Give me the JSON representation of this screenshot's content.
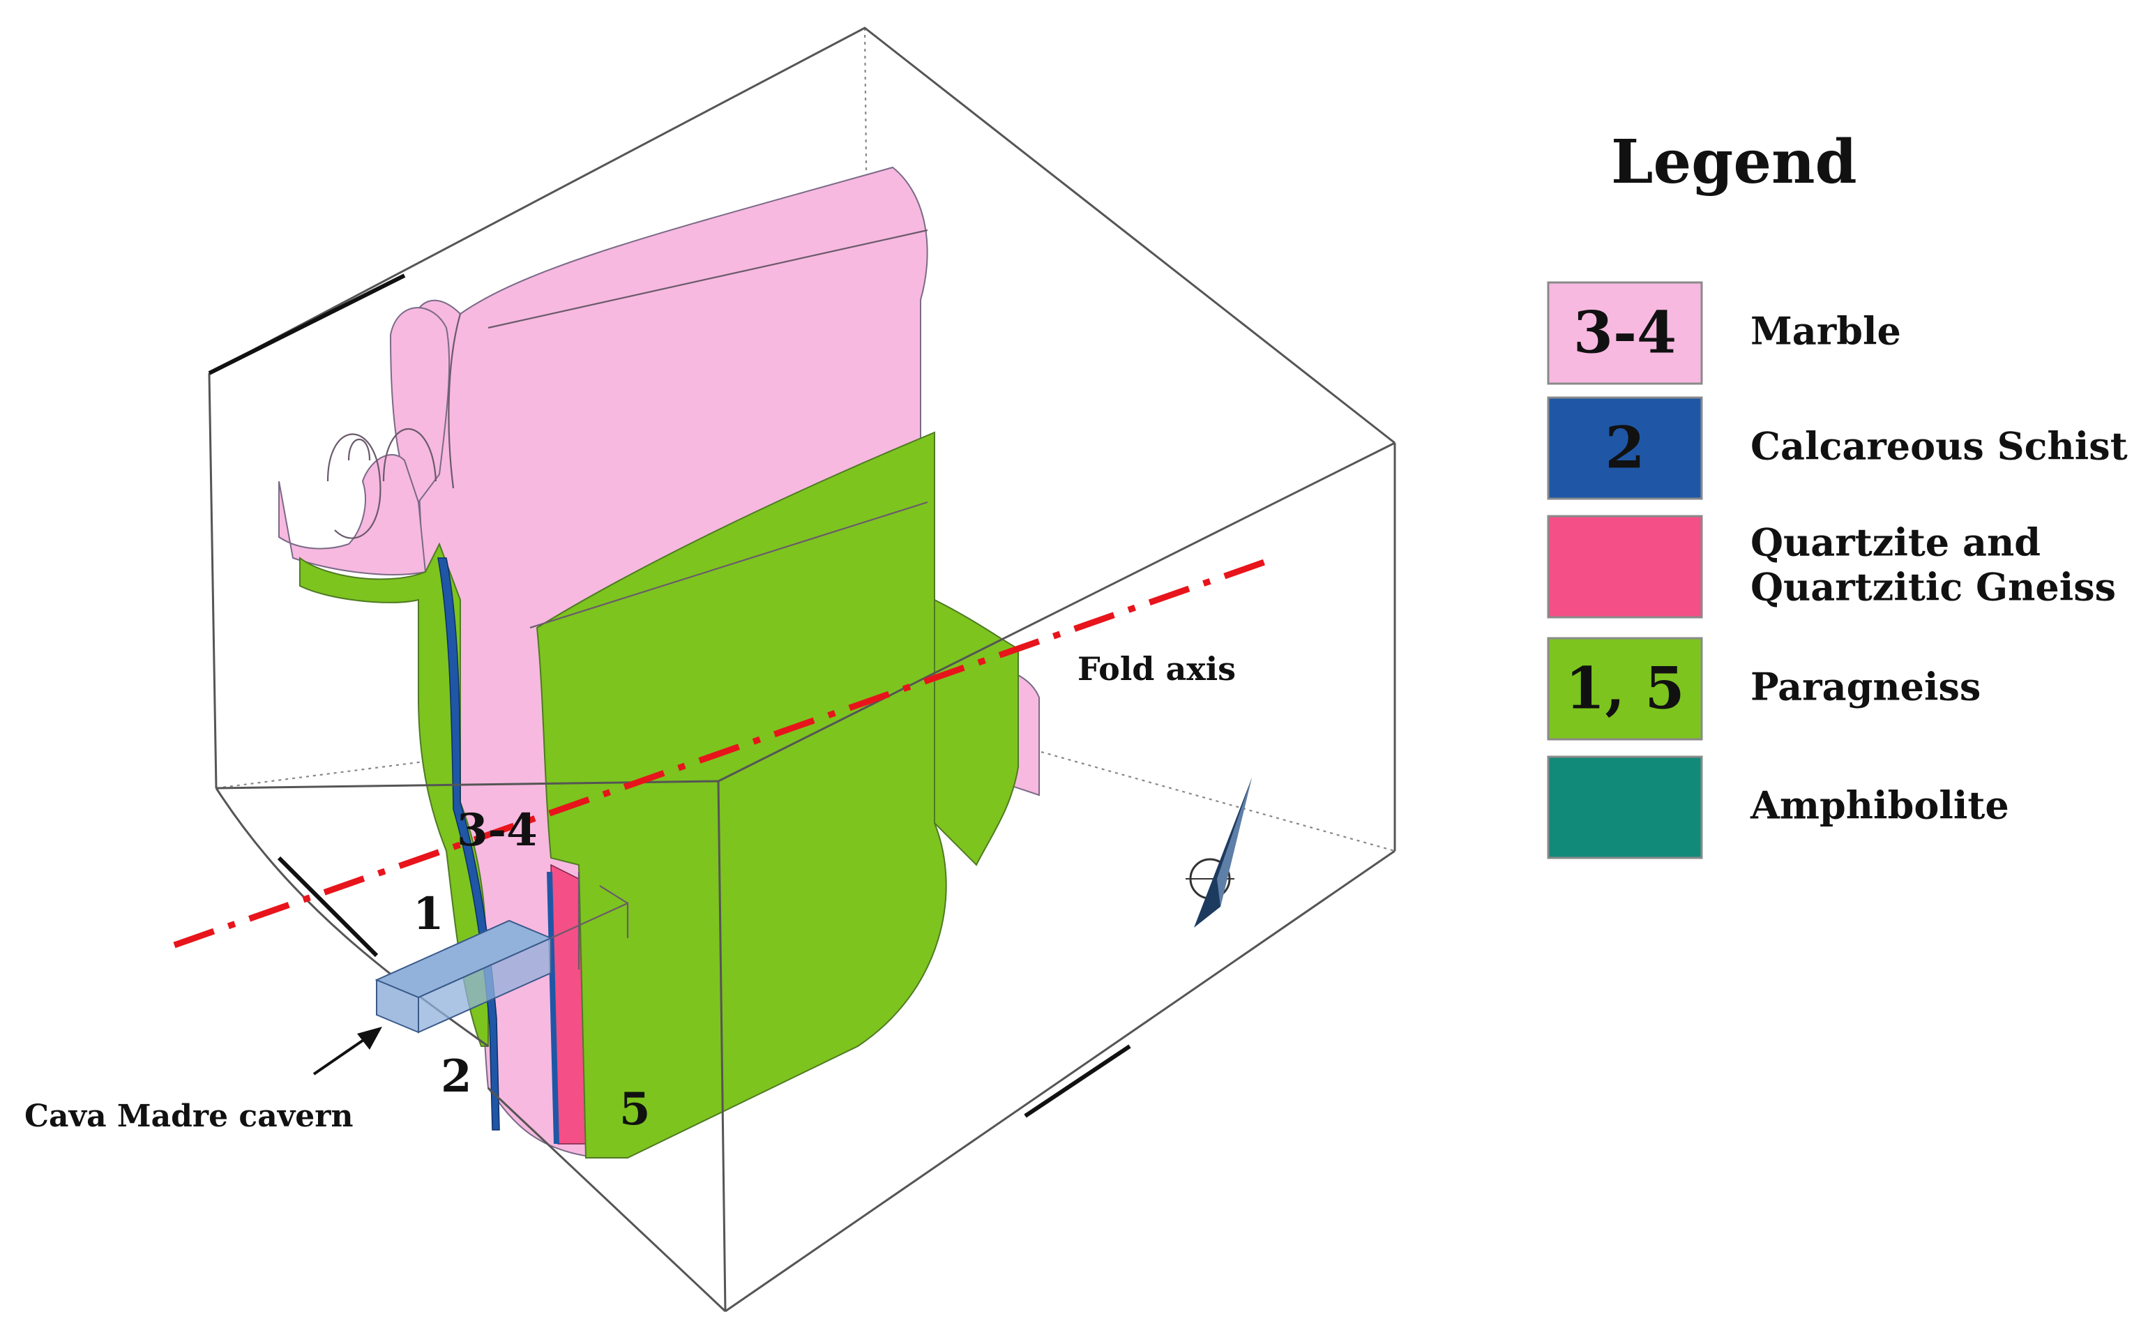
{
  "legend": {
    "title": "Legend",
    "items": [
      {
        "code": "3-4",
        "label_lines": [
          "Marble"
        ],
        "color": "#f7b9e0"
      },
      {
        "code": "2",
        "label_lines": [
          "Calcareous Schist"
        ],
        "color": "#1f57a6"
      },
      {
        "code": "",
        "label_lines": [
          "Quartzite and",
          "Quartzitic Gneiss"
        ],
        "color": "#f44f86"
      },
      {
        "code": "1, 5",
        "label_lines": [
          "Paragneiss"
        ],
        "color": "#7dc41f"
      },
      {
        "code": "",
        "label_lines": [
          "Amphibolite"
        ],
        "color": "#128a79"
      }
    ]
  },
  "annotations": {
    "fold_axis": "Fold axis",
    "cavern": "Cava Madre cavern",
    "unit_3_4": "3-4",
    "unit_1": "1",
    "unit_2": "2",
    "unit_5": "5"
  },
  "colors": {
    "fold_axis": "#e8141b",
    "cavern": "#92b2db",
    "box_edge": "#555555"
  },
  "icons": {
    "north_arrow": "north-arrow-icon",
    "pointer": "arrow-icon"
  }
}
